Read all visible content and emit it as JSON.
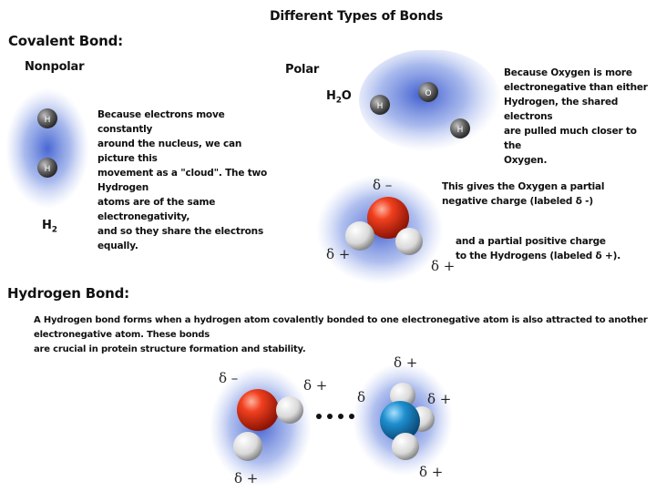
{
  "title": "Different Types of Bonds",
  "covalent": {
    "heading": "Covalent Bond:",
    "nonpolar": {
      "label": "Nonpolar",
      "atoms": [
        "H",
        "H"
      ],
      "formula_main": "H",
      "formula_sub": "2",
      "desc_lines": [
        "Because electrons move constantly",
        "around the nucleus, we can picture this",
        "movement as a \"cloud\". The two Hydrogen",
        "atoms are of the same electronegativity,",
        "and so they share the electrons equally."
      ]
    },
    "polar": {
      "label": "Polar",
      "formula_main": "H",
      "formula_sub": "2",
      "formula_tail": "O",
      "atoms": [
        "O",
        "H",
        "H"
      ],
      "desc_lines": [
        "Because Oxygen is more",
        "electronegative than either",
        "Hydrogen, the shared electrons",
        "are pulled much closer to the",
        "Oxygen."
      ],
      "partial_neg_lines": [
        "This gives the Oxygen a partial",
        "negative charge (labeled δ -)"
      ],
      "partial_pos_lines": [
        "and a partial positive charge",
        "to the Hydrogens (labeled  δ +)."
      ],
      "delta_minus": "δ –",
      "delta_plus": "δ +"
    }
  },
  "hydrogen": {
    "heading": "Hydrogen Bond:",
    "desc_lines": [
      "A Hydrogen bond forms when a hydrogen atom covalently bonded to one electronegative atom is also attracted to another electronegative atom. These bonds",
      "are crucial in protein structure formation and stability."
    ],
    "delta_minus": "δ –",
    "delta_plus": "δ +",
    "delta_plain": "δ"
  },
  "colors": {
    "cloud": "#5a78d8",
    "oxygen": "#e2351c",
    "hydrogen": "#e8e8e8",
    "nitrogen": "#1f8fcf",
    "atom_gray": "#666666"
  }
}
